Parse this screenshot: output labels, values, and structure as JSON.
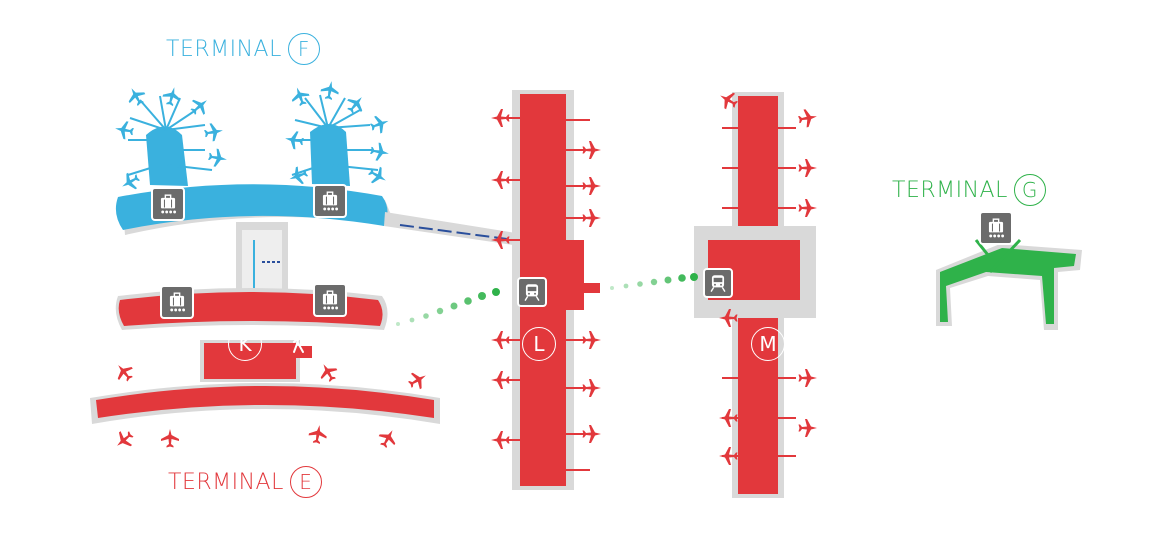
{
  "terminals": {
    "f": {
      "label": "TERMINAL",
      "letter": "F",
      "color": "#3ab1de"
    },
    "e": {
      "label": "TERMINAL",
      "letter": "E",
      "color": "#e2383c"
    },
    "g": {
      "label": "TERMINAL",
      "letter": "G",
      "color": "#2fb24a"
    }
  },
  "concourses": {
    "k": "K",
    "l": "L",
    "m": "M"
  },
  "icons": {
    "baggage": "baggage-claim-icon",
    "train": "train-icon",
    "walk": "walking-person-icon",
    "plane": "airplane-icon"
  },
  "colors": {
    "connector": "#2fb24a",
    "building_shadow": "#d9d9d9",
    "icon_bg": "#6b6b6b"
  }
}
